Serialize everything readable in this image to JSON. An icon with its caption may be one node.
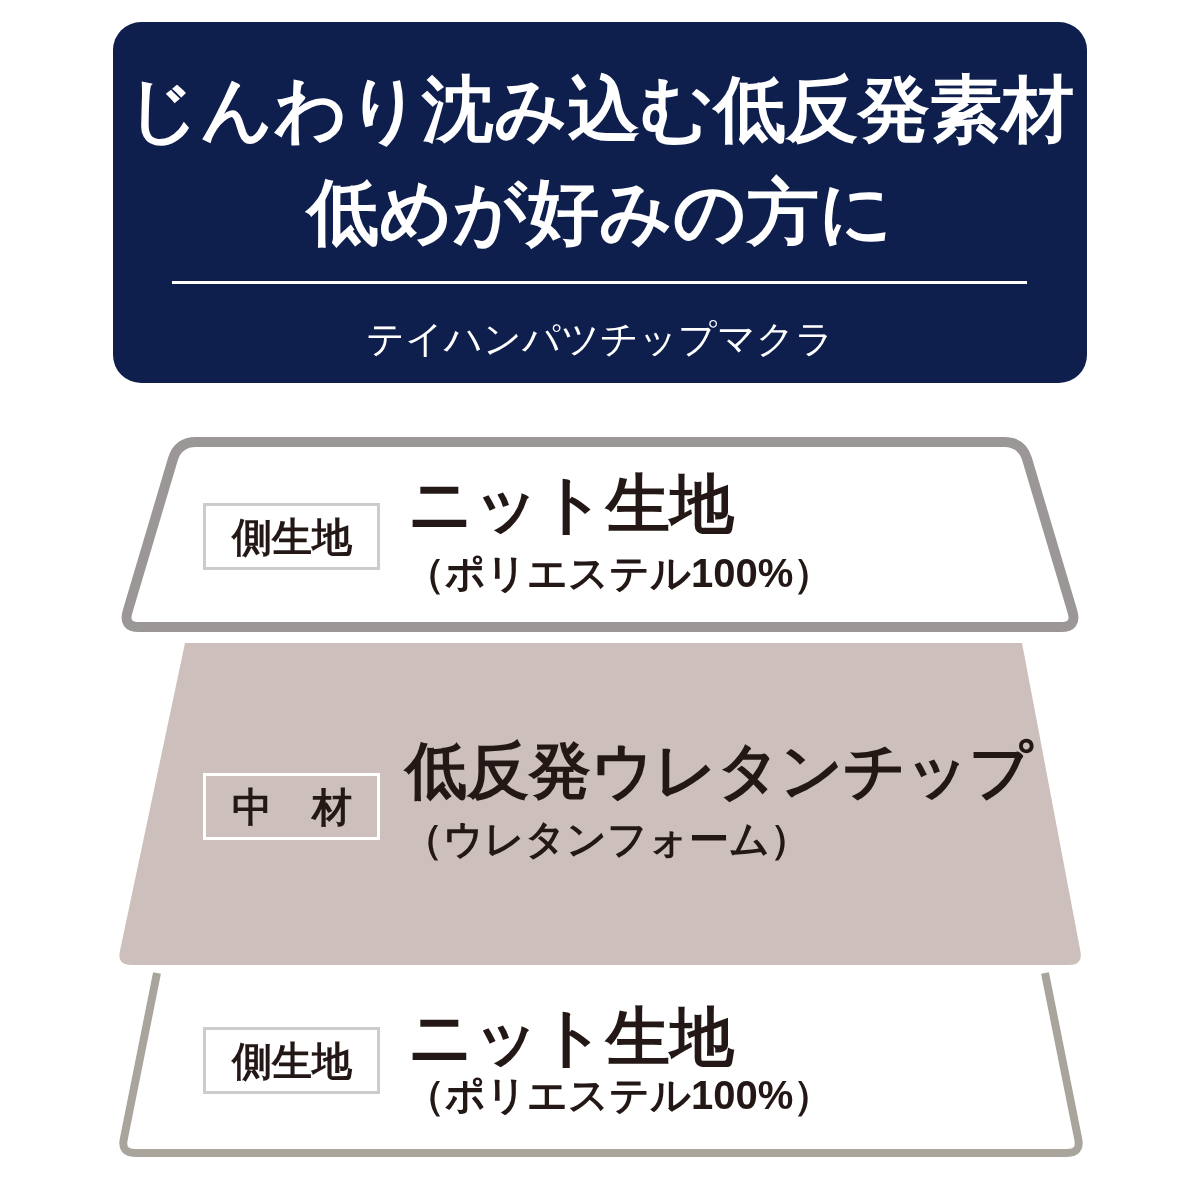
{
  "diagram": {
    "nodes": [
      {
        "text": [
          "じんわり沈み込む低反発素材",
          "低めが好みの方に",
          "テイハンパツチップマクラ"
        ]
      },
      {
        "text": [
          "ニット生地",
          "（ポリエステル100%）"
        ]
      },
      {
        "text": [
          "側生地"
        ],
        "in": 1
      },
      {
        "text": [
          "低反発ウレタンチップ",
          "（ウレタンフォーム）"
        ]
      },
      {
        "text": [
          "中　材"
        ],
        "in": 3
      },
      {
        "text": [
          "ニット生地",
          "（ポリエステル100%）"
        ]
      },
      {
        "text": [
          "側生地"
        ],
        "in": 5
      }
    ]
  }
}
